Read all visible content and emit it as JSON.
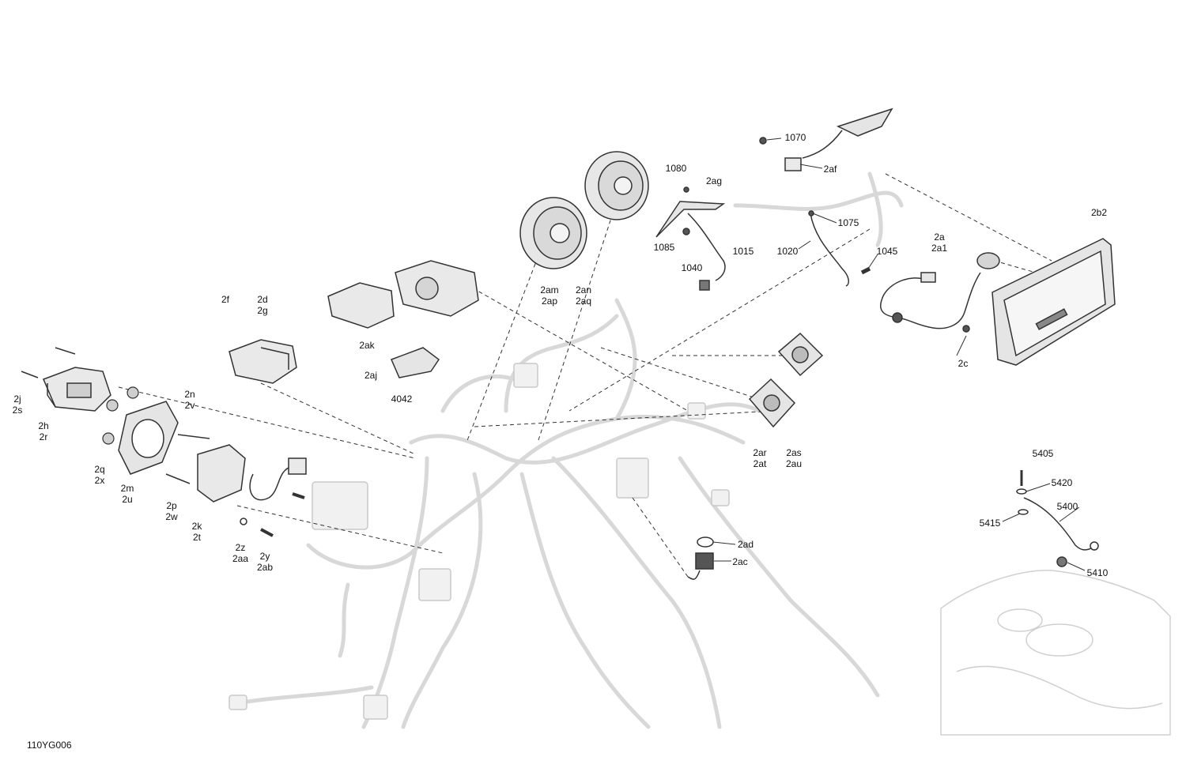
{
  "diagram": {
    "code": "110YG006",
    "callouts": [
      {
        "id": "2j-2s",
        "lines": [
          "2j",
          "2s"
        ]
      },
      {
        "id": "2h-2r",
        "lines": [
          "2h",
          "2r"
        ]
      },
      {
        "id": "2q-2x",
        "lines": [
          "2q",
          "2x"
        ]
      },
      {
        "id": "2m-2u",
        "lines": [
          "2m",
          "2u"
        ]
      },
      {
        "id": "2n-2v",
        "lines": [
          "2n",
          "2v"
        ]
      },
      {
        "id": "2p-2w",
        "lines": [
          "2p",
          "2w"
        ]
      },
      {
        "id": "2k-2t",
        "lines": [
          "2k",
          "2t"
        ]
      },
      {
        "id": "2z-2aa",
        "lines": [
          "2z",
          "2aa"
        ]
      },
      {
        "id": "2y-2ab",
        "lines": [
          "2y",
          "2ab"
        ]
      },
      {
        "id": "2f",
        "lines": [
          "2f"
        ]
      },
      {
        "id": "2d-2g",
        "lines": [
          "2d",
          "2g"
        ]
      },
      {
        "id": "2ak",
        "lines": [
          "2ak"
        ]
      },
      {
        "id": "2aj",
        "lines": [
          "2aj"
        ]
      },
      {
        "id": "4042",
        "lines": [
          "4042"
        ]
      },
      {
        "id": "2am-2ap",
        "lines": [
          "2am",
          "2ap"
        ]
      },
      {
        "id": "2an-2aq",
        "lines": [
          "2an",
          "2aq"
        ]
      },
      {
        "id": "1080",
        "lines": [
          "1080"
        ]
      },
      {
        "id": "2ag",
        "lines": [
          "2ag"
        ]
      },
      {
        "id": "1085",
        "lines": [
          "1085"
        ]
      },
      {
        "id": "1040",
        "lines": [
          "1040"
        ]
      },
      {
        "id": "1015",
        "lines": [
          "1015"
        ]
      },
      {
        "id": "1070",
        "lines": [
          "1070"
        ]
      },
      {
        "id": "2af",
        "lines": [
          "2af"
        ]
      },
      {
        "id": "1075",
        "lines": [
          "1075"
        ]
      },
      {
        "id": "1020",
        "lines": [
          "1020"
        ]
      },
      {
        "id": "1045",
        "lines": [
          "1045"
        ]
      },
      {
        "id": "2a-2a1",
        "lines": [
          "2a",
          "2a1"
        ]
      },
      {
        "id": "2b2",
        "lines": [
          "2b2"
        ]
      },
      {
        "id": "2c",
        "lines": [
          "2c"
        ]
      },
      {
        "id": "2ar-2at",
        "lines": [
          "2ar",
          "2at"
        ]
      },
      {
        "id": "2as-2au",
        "lines": [
          "2as",
          "2au"
        ]
      },
      {
        "id": "2ad",
        "lines": [
          "2ad"
        ]
      },
      {
        "id": "2ac",
        "lines": [
          "2ac"
        ]
      },
      {
        "id": "5405",
        "lines": [
          "5405"
        ]
      },
      {
        "id": "5420",
        "lines": [
          "5420"
        ]
      },
      {
        "id": "5400",
        "lines": [
          "5400"
        ]
      },
      {
        "id": "5415",
        "lines": [
          "5415"
        ]
      },
      {
        "id": "5410",
        "lines": [
          "5410"
        ]
      }
    ]
  }
}
